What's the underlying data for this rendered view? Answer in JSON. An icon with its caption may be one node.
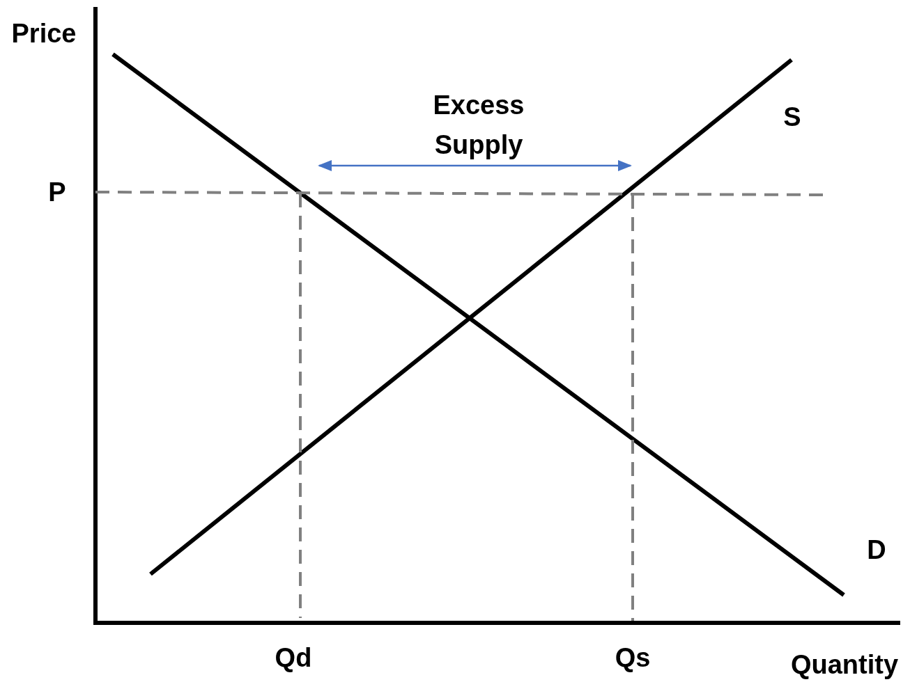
{
  "diagram": {
    "labels": [
      "Price",
      "Excess Supply",
      "S",
      "P",
      "D",
      "Qd",
      "Qs",
      "Quantity"
    ]
  }
}
